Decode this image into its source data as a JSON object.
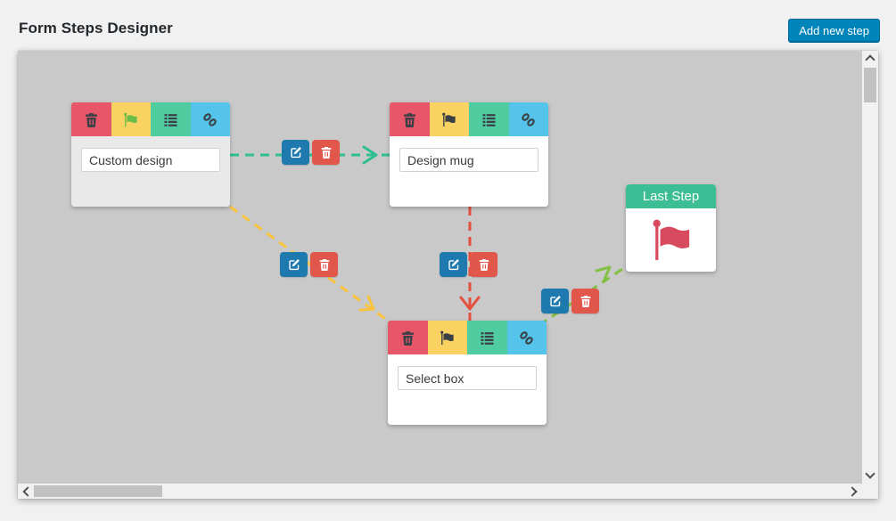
{
  "header": {
    "title": "Form Steps Designer",
    "add_step_button": "Add new step"
  },
  "canvas": {
    "steps": [
      {
        "name_value": "Custom design",
        "is_start": true,
        "body_state": "selected"
      },
      {
        "name_value": "Design mug",
        "is_start": false,
        "body_state": "normal"
      },
      {
        "name_value": "Select box",
        "is_start": false,
        "body_state": "normal"
      }
    ],
    "last_step": {
      "label": "Last Step"
    },
    "connections": [
      {
        "from": "Custom design",
        "to": "Design mug",
        "color": "#2ebe92"
      },
      {
        "from": "Custom design",
        "to": "Select box",
        "color": "#f9c33c"
      },
      {
        "from": "Design mug",
        "to": "Select box",
        "color": "#e4503c"
      },
      {
        "from": "Select box",
        "to": "Last Step",
        "color": "#82c043"
      }
    ]
  },
  "icons": {
    "step_toolbar": [
      "trash-icon",
      "flag-icon",
      "list-icon",
      "link-icon"
    ],
    "connection": [
      "edit-icon",
      "trash-icon"
    ],
    "last_step": "flag-icon",
    "scrollbars": [
      "chevron-up-icon",
      "chevron-down-icon",
      "chevron-left-icon",
      "chevron-right-icon"
    ]
  },
  "colors": {
    "toolbar_delete": "#e8566a",
    "toolbar_flag": "#f9d262",
    "toolbar_list": "#50cca1",
    "toolbar_link": "#55c4ea",
    "toolbar_icon": "#3a4045",
    "start_flag_green": "#68bd46",
    "edit_button_blue": "#1d79ae",
    "delete_button_red": "#e2574c",
    "last_step_header_green": "#3cbd93",
    "last_step_flag_red": "#d84b5f",
    "add_button_blue": "#0085ba",
    "canvas_background": "#c9c9c9"
  }
}
